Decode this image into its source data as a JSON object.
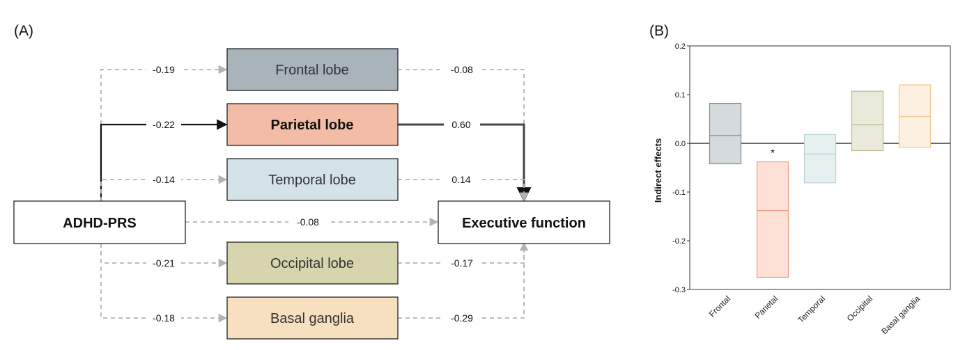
{
  "panel_a": {
    "label": "(A)",
    "source": "ADHD-PRS",
    "target": "Executive function",
    "direct_coef": "-0.08",
    "mediators": [
      {
        "name": "Frontal lobe",
        "a": "-0.19",
        "b": "-0.08",
        "color": "#a8b4b9",
        "significant": false
      },
      {
        "name": "Parietal lobe",
        "a": "-0.22",
        "b": "0.60",
        "color": "#f3bca6",
        "significant": true
      },
      {
        "name": "Temporal lobe",
        "a": "-0.14",
        "b": "0.14",
        "color": "#d3e3e7",
        "significant": false
      },
      {
        "name": "Occipital lobe",
        "a": "-0.21",
        "b": "-0.17",
        "color": "#d6d5ad",
        "significant": false
      },
      {
        "name": "Basal ganglia",
        "a": "-0.18",
        "b": "-0.29",
        "color": "#f7e0c0",
        "significant": false
      }
    ]
  },
  "panel_b": {
    "label": "(B)",
    "chart_data": {
      "type": "box",
      "ylabel": "Indirect effects",
      "ylim": [
        -0.3,
        0.2
      ],
      "yticks": [
        "-0.3",
        "-0.2",
        "-0.1",
        "0.0",
        "0.1",
        "0.2"
      ],
      "ytick_values": [
        -0.3,
        -0.2,
        -0.1,
        0.0,
        0.1,
        0.2
      ],
      "categories": [
        "Frontal",
        "Parietal",
        "Temporal",
        "Occipital",
        "Basal ganglia"
      ],
      "boxes": [
        {
          "low": -0.042,
          "mid": 0.016,
          "high": 0.082,
          "fill": "#d5dadc",
          "stroke": "#7f8b90"
        },
        {
          "low": -0.275,
          "mid": -0.138,
          "high": -0.038,
          "fill": "#fde0d6",
          "stroke": "#ec9d85"
        },
        {
          "low": -0.081,
          "mid": -0.022,
          "high": 0.018,
          "fill": "#e6f0f1",
          "stroke": "#b8d0d3"
        },
        {
          "low": -0.015,
          "mid": 0.038,
          "high": 0.107,
          "fill": "#ebe9d9",
          "stroke": "#b9b690"
        },
        {
          "low": -0.008,
          "mid": 0.055,
          "high": 0.12,
          "fill": "#fdf0e0",
          "stroke": "#f0c996"
        }
      ],
      "significance_marker": "*",
      "significant_index": 1
    }
  }
}
